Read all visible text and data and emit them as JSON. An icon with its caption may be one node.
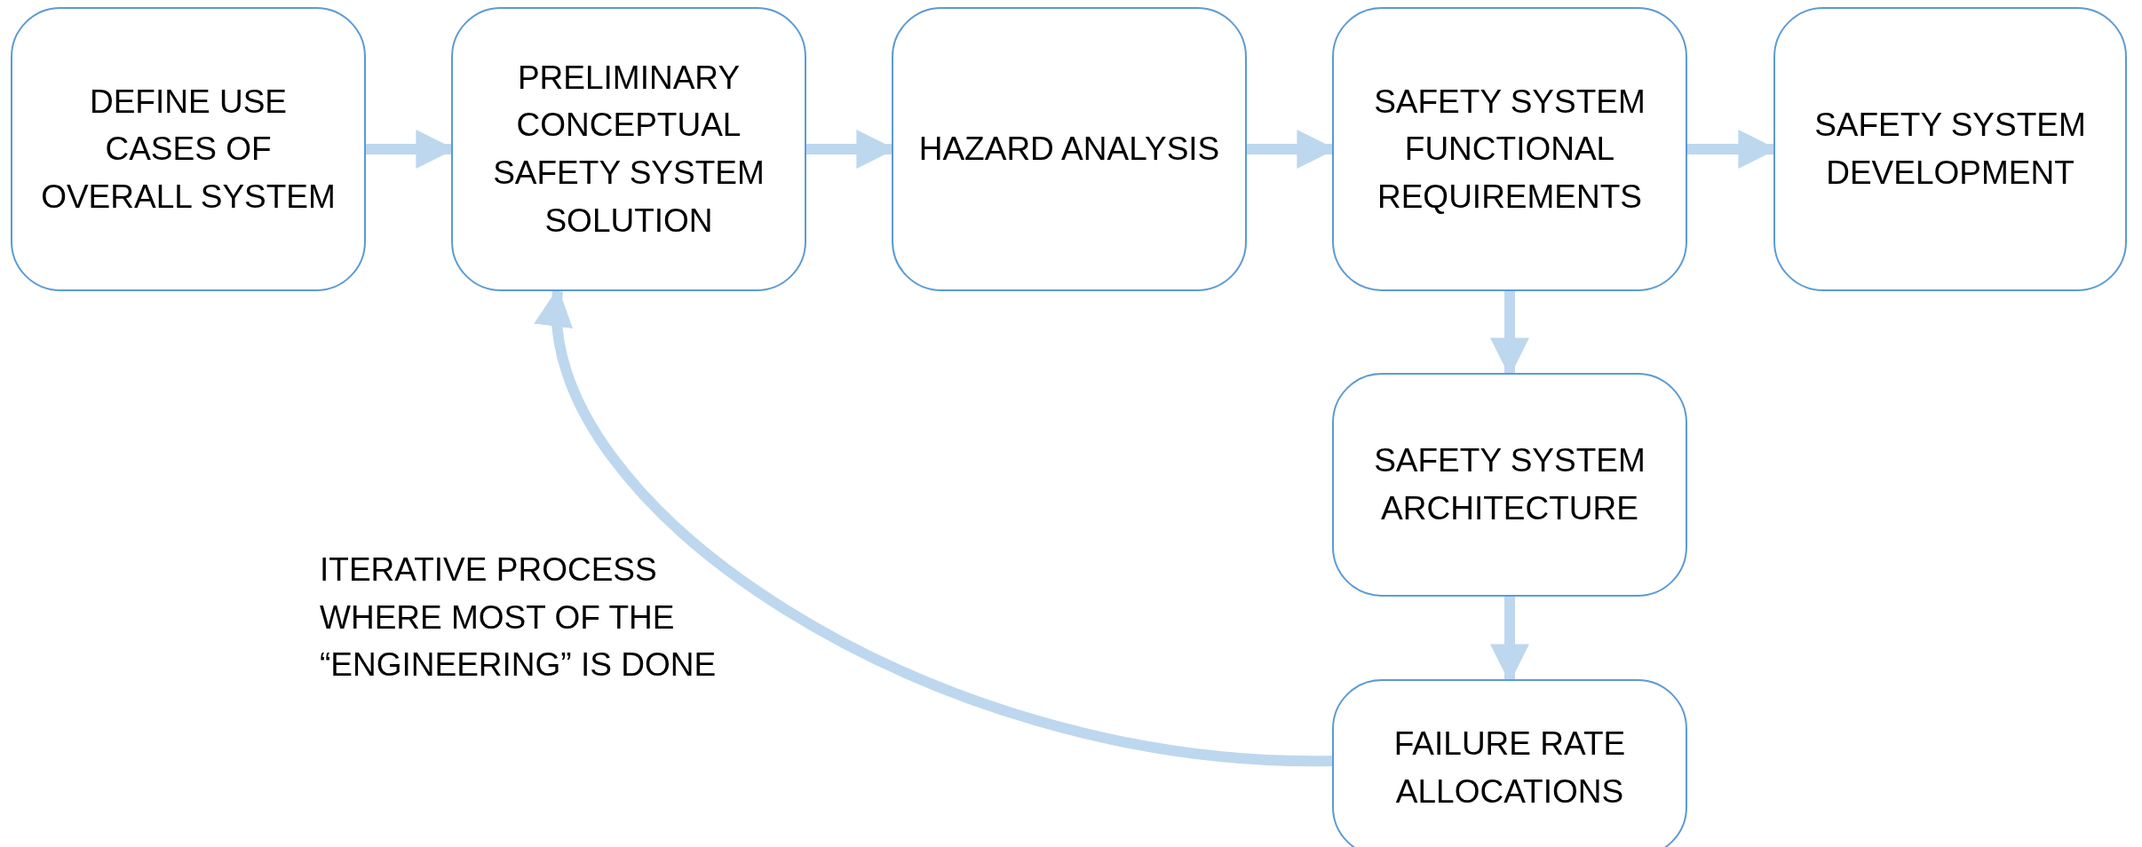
{
  "diagram": {
    "nodes": [
      {
        "text": [
          "DEFINE USE CASES OF OVERALL SYSTEM"
        ]
      },
      {
        "text": [
          "PRELIMINARY CONCEPTUAL SAFETY SYSTEM SOLUTION"
        ]
      },
      {
        "text": [
          "HAZARD ANALYSIS"
        ]
      },
      {
        "text": [
          "SAFETY SYSTEM FUNCTIONAL REQUIREMENTS"
        ]
      },
      {
        "text": [
          "SAFETY SYSTEM DEVELOPMENT"
        ]
      },
      {
        "text": [
          "SAFETY SYSTEM ARCHITECTURE"
        ]
      },
      {
        "text": [
          "FAILURE RATE ALLOCATIONS"
        ]
      }
    ],
    "edges": [
      {
        "from": 0,
        "to": 1,
        "arrow": "to"
      },
      {
        "from": 1,
        "to": 2,
        "arrow": "to"
      },
      {
        "from": 2,
        "to": 3,
        "arrow": "to"
      },
      {
        "from": 3,
        "to": 4,
        "arrow": "to"
      },
      {
        "from": 3,
        "to": 5,
        "arrow": "to"
      },
      {
        "from": 5,
        "to": 6,
        "arrow": "to"
      },
      {
        "from": 6,
        "to": 1,
        "arrow": "to"
      }
    ],
    "labels": [
      "ITERATIVE PROCESS WHERE MOST OF THE “ENGINEERING” IS DONE"
    ]
  }
}
